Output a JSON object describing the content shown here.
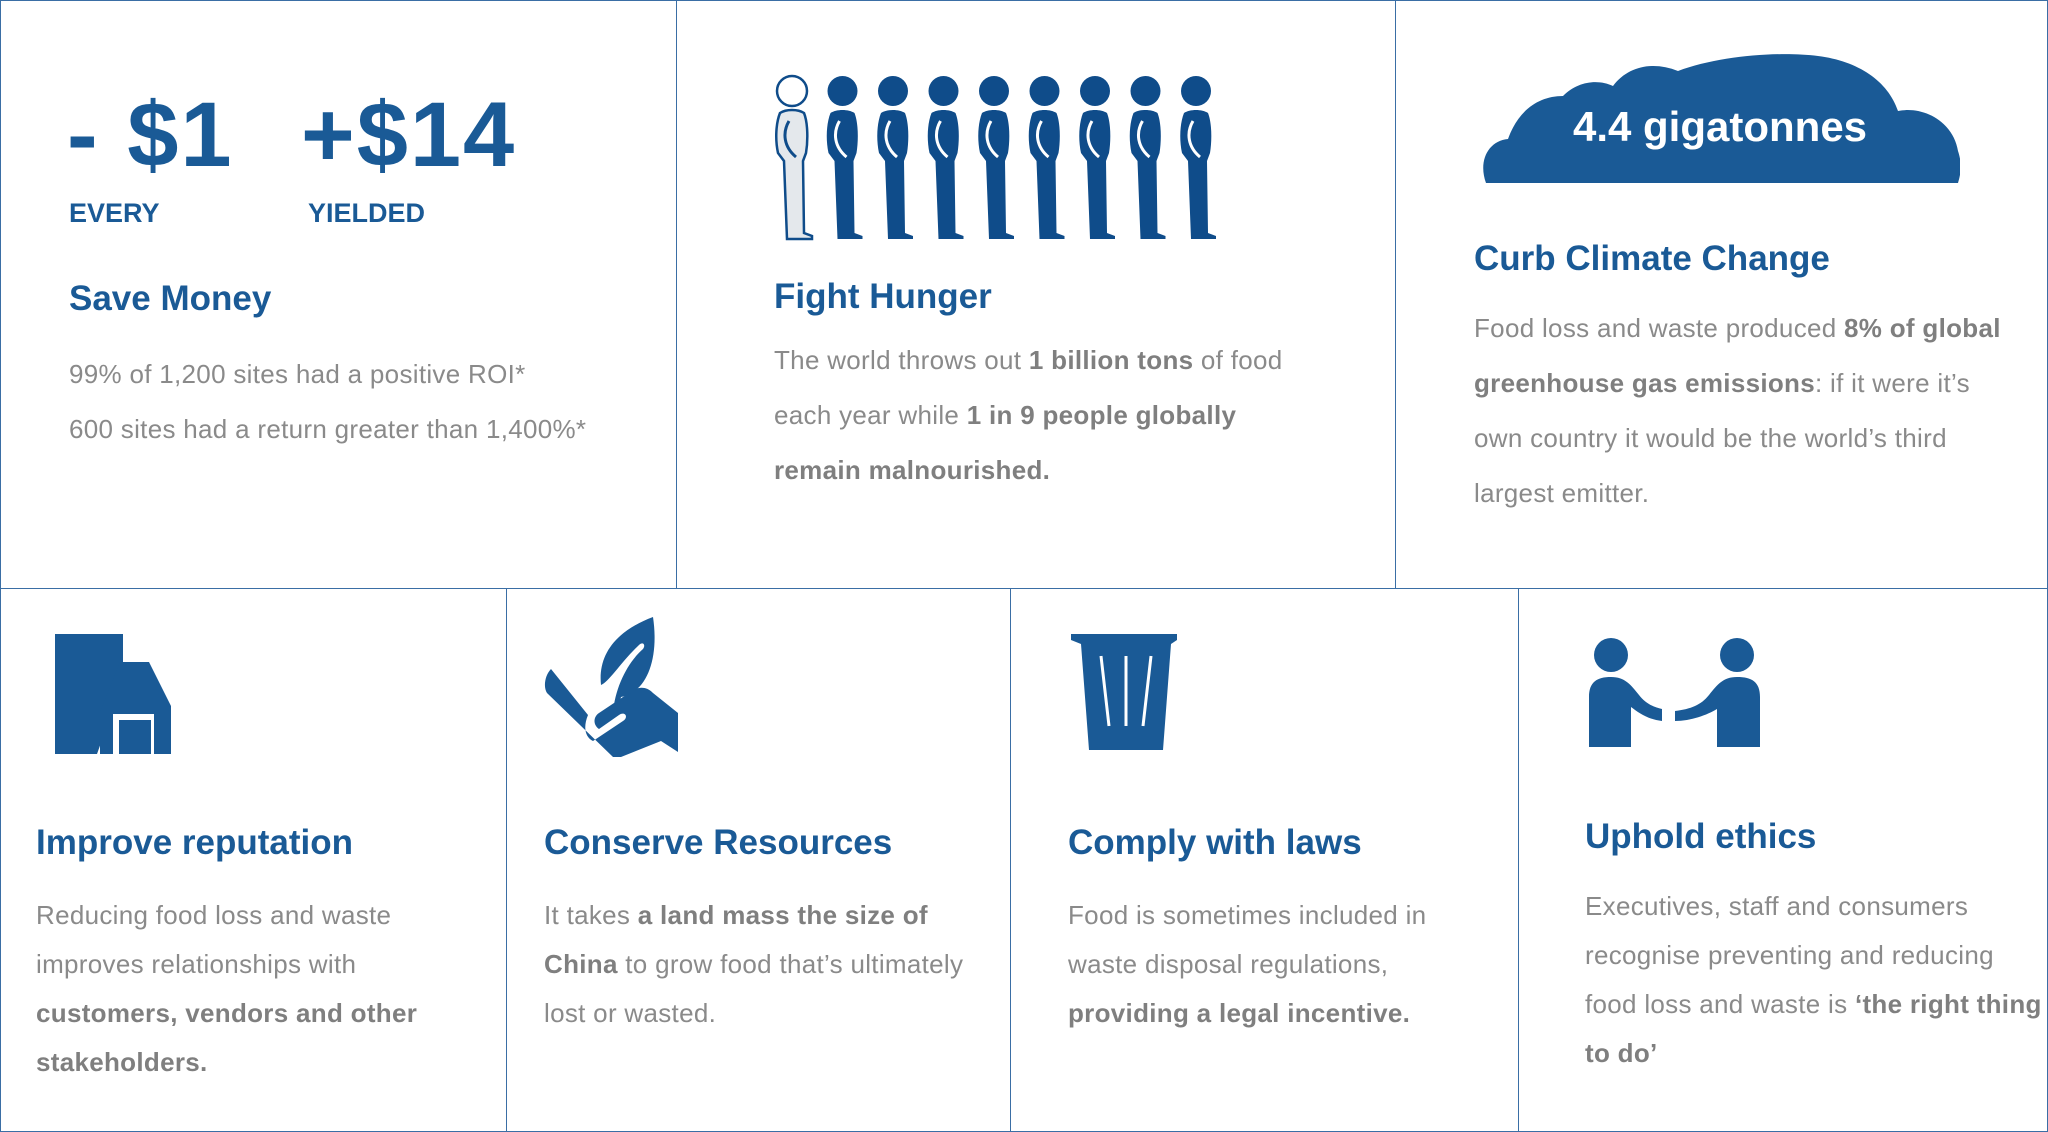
{
  "colors": {
    "accent": "#1a5a96",
    "text": "#8a8a8a",
    "border": "#3a6ea5"
  },
  "save_money": {
    "minus_value": "- $1",
    "minus_label": "EVERY",
    "plus_value": "+$14",
    "plus_label": "YIELDED",
    "title": "Save Money",
    "lines": [
      "99% of 1,200 sites had a positive ROI*",
      "600 sites had a return greater than 1,400%*"
    ]
  },
  "fight_hunger": {
    "icon": "people-icon",
    "people_total": 9,
    "people_highlighted": 1,
    "title": "Fight Hunger",
    "body": [
      {
        "t": "The world throws out "
      },
      {
        "t": "1 billion tons",
        "b": true
      },
      {
        "t": " of food each year while "
      },
      {
        "t": "1 in 9 people globally remain malnourished.",
        "b": true
      }
    ]
  },
  "climate": {
    "icon": "cloud-icon",
    "cloud_text": "4.4 gigatonnes",
    "title": "Curb Climate Change",
    "body": [
      {
        "t": "Food loss and waste produced "
      },
      {
        "t": "8% of global greenhouse gas emissions",
        "b": true
      },
      {
        "t": ": if it were it’s own country it would be the world’s third largest emitter."
      }
    ]
  },
  "reputation": {
    "icon": "buildings-icon",
    "title": "Improve reputation",
    "body": [
      {
        "t": "Reducing food loss and waste improves relationships with "
      },
      {
        "t": "customers, vendors and other stakeholders.",
        "b": true
      }
    ]
  },
  "resources": {
    "icon": "hand-leaf-icon",
    "title": "Conserve Resources",
    "body": [
      {
        "t": "It takes "
      },
      {
        "t": "a land mass the size of China",
        "b": true
      },
      {
        "t": " to grow food that’s ultimately lost or wasted."
      }
    ]
  },
  "laws": {
    "icon": "trash-bin-icon",
    "title": "Comply with laws",
    "body": [
      {
        "t": "Food is sometimes included in waste disposal regulations, "
      },
      {
        "t": "providing a legal incentive.",
        "b": true
      }
    ]
  },
  "ethics": {
    "icon": "handshake-icon",
    "title": "Uphold ethics",
    "body": [
      {
        "t": "Executives, staff and consumers recognise preventing and reducing food loss and waste is "
      },
      {
        "t": "‘the right thing to do’",
        "b": true
      }
    ]
  }
}
